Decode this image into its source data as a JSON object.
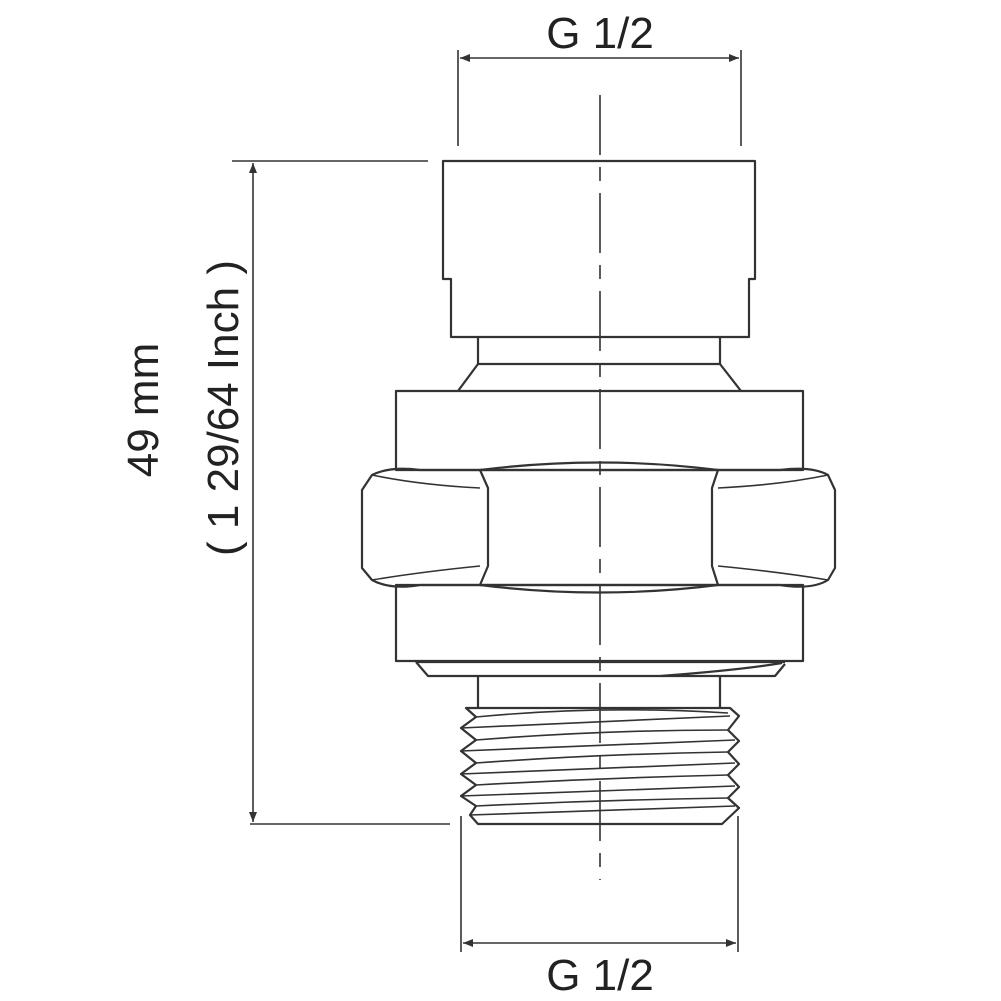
{
  "dimensions": {
    "top_thread": "G 1/2",
    "bottom_thread": "G 1/2",
    "height_mm": "49 mm",
    "height_inch": "( 1 29/64 Inch )"
  },
  "colors": {
    "line": "#333333",
    "background": "#ffffff"
  }
}
